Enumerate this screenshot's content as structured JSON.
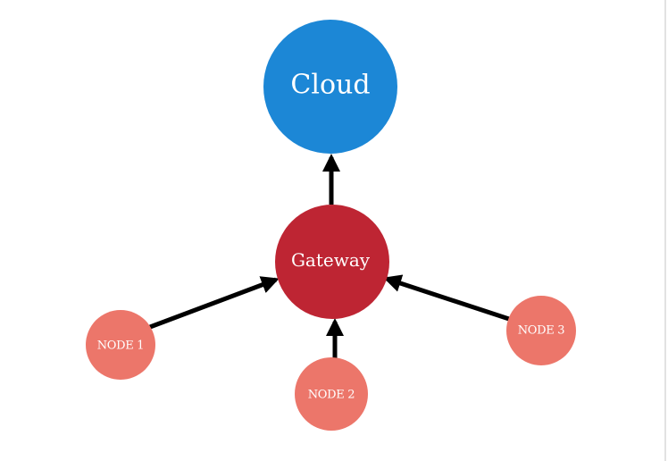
{
  "diagram": {
    "type": "network-topology",
    "colors": {
      "cloud": "#1c87d6",
      "gateway": "#be2533",
      "node": "#ec766a",
      "arrow": "#000000",
      "label": "#ffffff",
      "background": "#ffffff"
    },
    "nodes": {
      "cloud": {
        "label": "Cloud"
      },
      "gateway": {
        "label": "Gateway"
      },
      "node1": {
        "label": "NODE 1"
      },
      "node2": {
        "label": "NODE 2"
      },
      "node3": {
        "label": "NODE 3"
      }
    },
    "edges": [
      {
        "from": "Gateway",
        "to": "Cloud"
      },
      {
        "from": "NODE 1",
        "to": "Gateway"
      },
      {
        "from": "NODE 2",
        "to": "Gateway"
      },
      {
        "from": "NODE 3",
        "to": "Gateway"
      }
    ]
  }
}
